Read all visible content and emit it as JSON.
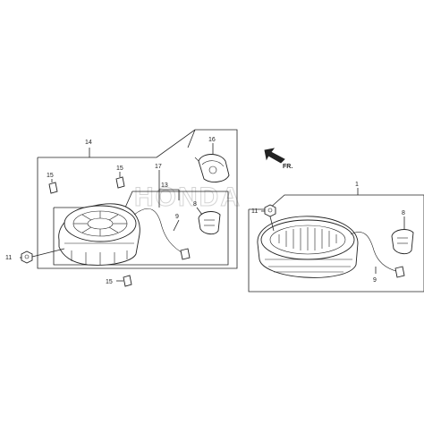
{
  "watermark": "HONDA",
  "direction_label": "FR.",
  "callouts": [
    {
      "id": "c14",
      "text": "14"
    },
    {
      "id": "c16",
      "text": "16"
    },
    {
      "id": "c17",
      "text": "17"
    },
    {
      "id": "c13",
      "text": "13"
    },
    {
      "id": "c15a",
      "text": "15"
    },
    {
      "id": "c15b",
      "text": "15"
    },
    {
      "id": "c15c",
      "text": "15"
    },
    {
      "id": "c8a",
      "text": "8"
    },
    {
      "id": "c9a",
      "text": "9"
    },
    {
      "id": "c11a",
      "text": "11"
    },
    {
      "id": "c1",
      "text": "1"
    },
    {
      "id": "c11b",
      "text": "11"
    },
    {
      "id": "c8b",
      "text": "8"
    },
    {
      "id": "c9b",
      "text": "9"
    }
  ]
}
